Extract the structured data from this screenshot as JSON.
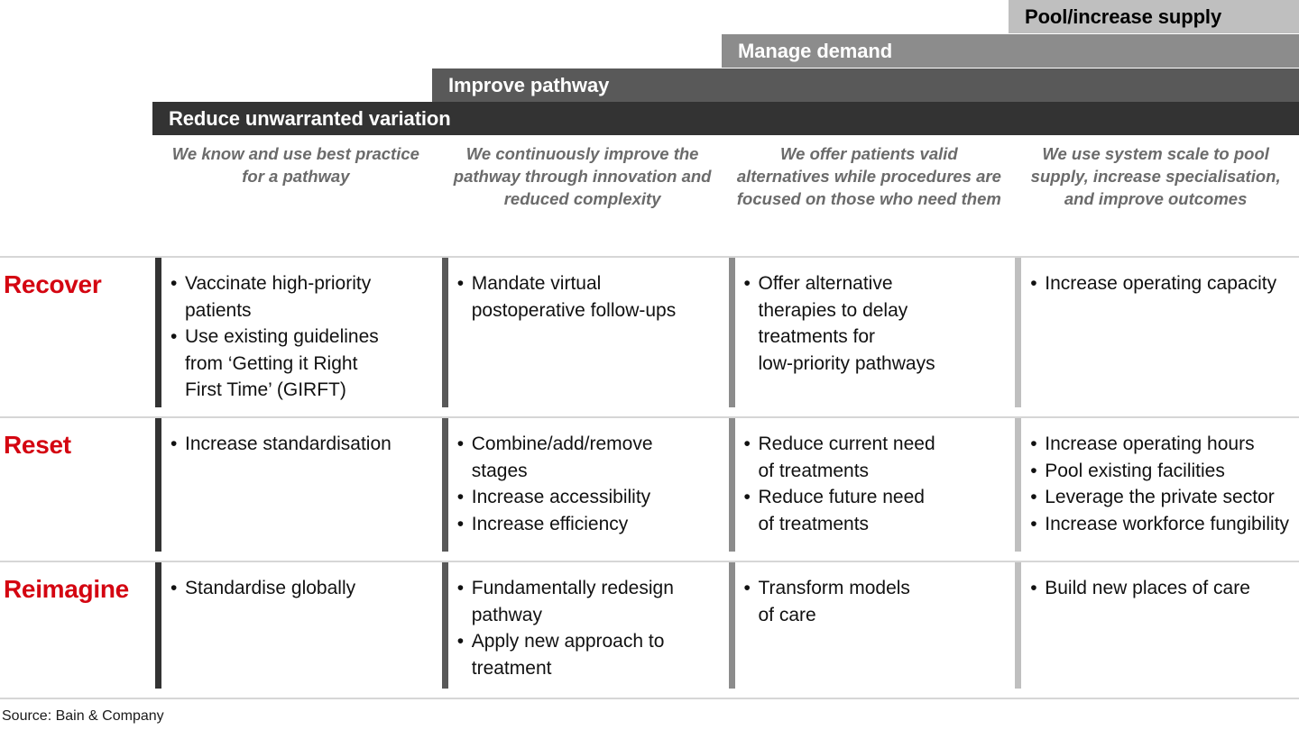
{
  "banners": [
    {
      "label": "Pool/increase supply"
    },
    {
      "label": "Manage demand"
    },
    {
      "label": "Improve pathway"
    },
    {
      "label": "Reduce unwarranted variation"
    }
  ],
  "columns": [
    {
      "subtitle": "We know and\nuse best practice\nfor a pathway"
    },
    {
      "subtitle": "We continuously improve\nthe pathway through\ninnovation and\nreduced complexity"
    },
    {
      "subtitle": "We offer patients valid\nalternatives while\nprocedures are focused\non those who need them"
    },
    {
      "subtitle": "We use system scale to\npool supply, increase\nspecialisation, and\nimprove outcomes"
    }
  ],
  "rows": [
    {
      "label": "Recover",
      "cells": [
        {
          "bullets": [
            "Vaccinate high-priority\npatients",
            "Use existing guidelines\nfrom ‘Getting it Right\nFirst Time’ (GIRFT)"
          ]
        },
        {
          "bullets": [
            "Mandate virtual\npostoperative follow-ups"
          ]
        },
        {
          "bullets": [
            "Offer alternative\ntherapies to delay\ntreatments for\nlow-priority pathways"
          ]
        },
        {
          "bullets": [
            "Increase operating capacity"
          ]
        }
      ]
    },
    {
      "label": "Reset",
      "cells": [
        {
          "bullets": [
            "Increase standardisation"
          ]
        },
        {
          "bullets": [
            "Combine/add/remove\nstages",
            "Increase accessibility",
            "Increase efficiency"
          ]
        },
        {
          "bullets": [
            "Reduce current need\nof treatments",
            "Reduce future need\nof treatments"
          ]
        },
        {
          "bullets": [
            "Increase operating hours",
            "Pool existing facilities",
            "Leverage the private sector",
            "Increase workforce fungibility"
          ]
        }
      ]
    },
    {
      "label": "Reimagine",
      "cells": [
        {
          "bullets": [
            "Standardise globally"
          ]
        },
        {
          "bullets": [
            "Fundamentally redesign\npathway",
            "Apply new approach to\ntreatment"
          ]
        },
        {
          "bullets": [
            "Transform models\nof care"
          ]
        },
        {
          "bullets": [
            "Build new places of care"
          ]
        }
      ]
    }
  ],
  "footer": {
    "source": "Source: Bain & Company"
  },
  "colors": {
    "banner_lightest": "#bfbfbf",
    "banner_light": "#8c8c8c",
    "banner_dark": "#595959",
    "banner_darkest": "#333333",
    "row_label_red": "#d40511",
    "subtitle_gray": "#6b6b6b",
    "separator_gray": "#d6d6d6"
  }
}
